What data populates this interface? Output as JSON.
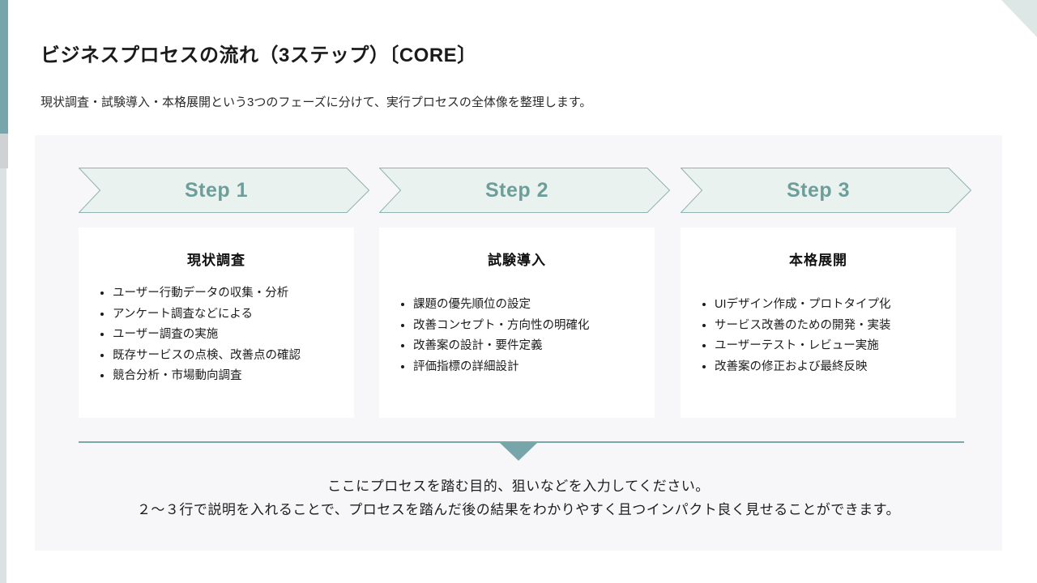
{
  "page": {
    "title": "ビジネスプロセスの流れ（3ステップ）〔CORE〕",
    "subtitle": "現状調査・試験導入・本格展開という3つのフェーズに分けて、実行プロセスの全体像を整理します。"
  },
  "steps": [
    {
      "label": "Step 1",
      "title": "現状調査",
      "bullets": [
        "ユーザー行動データの収集・分析",
        "アンケート調査などによる",
        "ユーザー調査の実施",
        "既存サービスの点検、改善点の確認",
        "競合分析・市場動向調査"
      ]
    },
    {
      "label": "Step 2",
      "title": "試験導入",
      "bullets": [
        "課題の優先順位の設定",
        "改善コンセプト・方向性の明確化",
        "改善案の設計・要件定義",
        "評価指標の詳細設計"
      ]
    },
    {
      "label": "Step 3",
      "title": "本格展開",
      "bullets": [
        "UIデザイン作成・プロトタイプ化",
        "サービス改善のための開発・実装",
        "ユーザーテスト・レビュー実施",
        "改善案の修正および最終反映"
      ]
    }
  ],
  "footer": {
    "line1": "ここにプロセスを踏む目的、狙いなどを入力してください。",
    "line2": "２～３行で説明を入れることで、プロセスを踏んだ後の結果をわかりやすく且つインパクト良く見せることができます。"
  },
  "colors": {
    "accent_teal": "#76a6ab",
    "accent_gray": "#cfd1d3",
    "accent_light": "#dbe2e1",
    "corner_triangle": "#dde8e6",
    "panel_background": "#f7f6f8",
    "chevron_fill": "#eaf2f0",
    "chevron_border": "#8fb3ae",
    "chevron_text": "#6d9e99",
    "divider": "#76a6a9"
  }
}
